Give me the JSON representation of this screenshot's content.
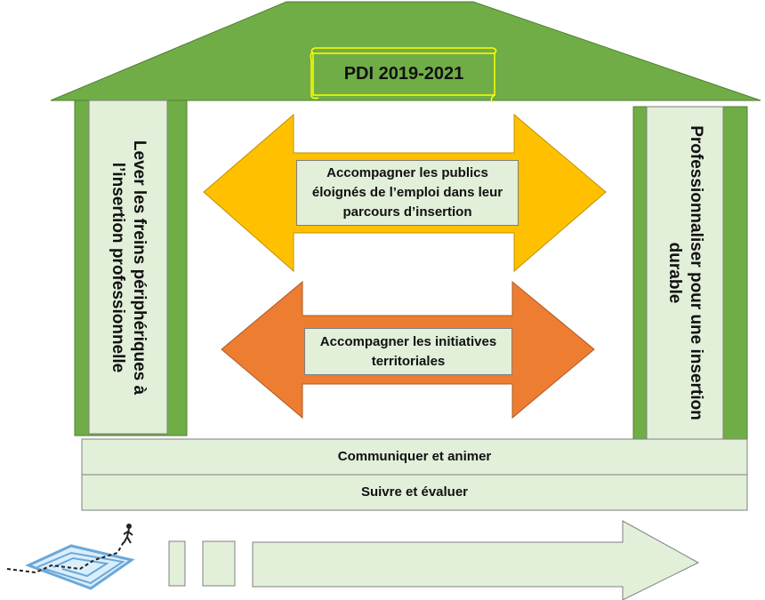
{
  "colors": {
    "roof_green": "#70ad47",
    "pillar_green": "#e2efd9",
    "yellow_arrow": "#ffc000",
    "orange_arrow": "#ed7d31",
    "scroll_yellow": "#ffff00"
  },
  "roof": {
    "title": "PDI 2019-2021"
  },
  "pillars": {
    "left": {
      "line1": "Lever les freins périphériques à",
      "line2": "l’insertion professionnelle"
    },
    "right": {
      "line1": "Professionnaliser pour une insertion",
      "line2": "durable"
    }
  },
  "arrows": {
    "top": {
      "line1": "Accompagner les publics",
      "line2": "éloignés de l’emploi dans leur",
      "line3": "parcours d’insertion"
    },
    "bottom": {
      "line1": "Accompagner les initiatives",
      "line2": "territoriales"
    }
  },
  "foundation": {
    "row1": "Communiquer et animer",
    "row2": "Suivre et évaluer"
  },
  "icons": {
    "maze": "maze-walker-icon",
    "progress": "progress-arrow-icon"
  }
}
